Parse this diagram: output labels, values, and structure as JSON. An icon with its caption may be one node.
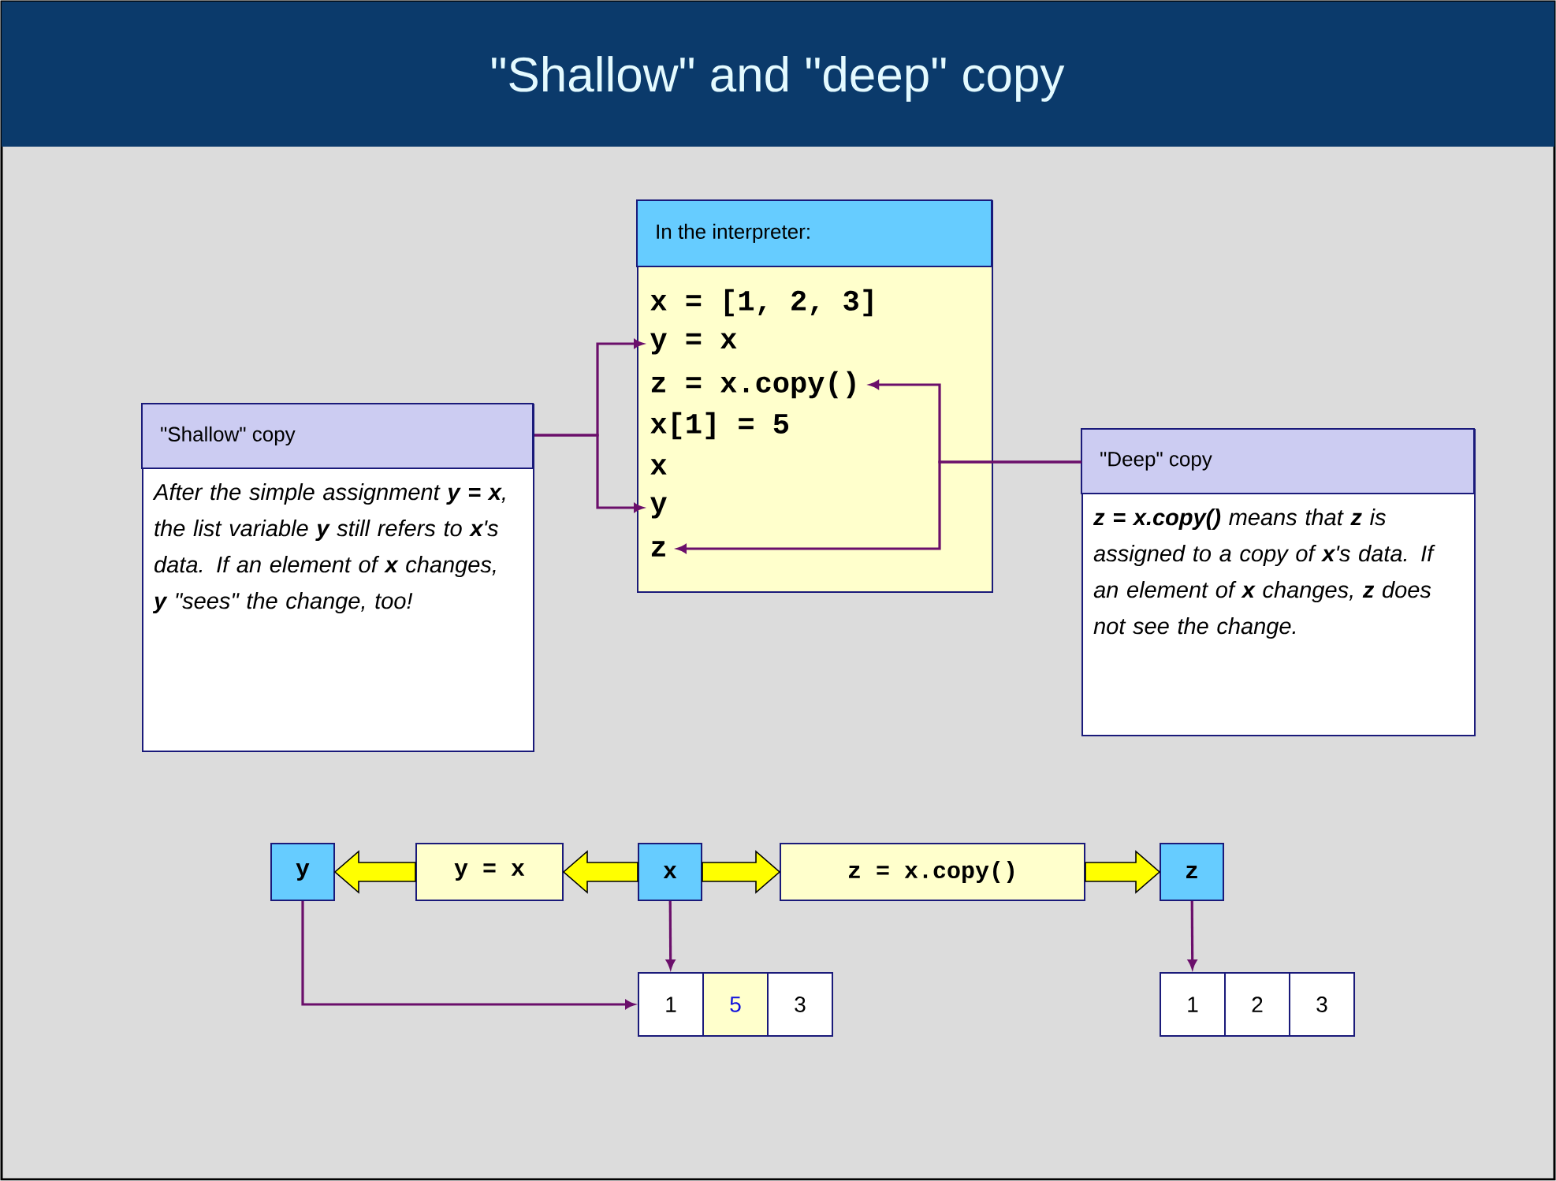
{
  "diagram": {
    "title": "\"Shallow\" and \"deep\" copy",
    "nodes": [
      {
        "text": [
          "In the interpreter:"
        ]
      },
      {
        "text": [
          "x = [1, 2, 3]"
        ],
        "in": 0
      },
      {
        "text": [
          "y = x"
        ],
        "in": 0
      },
      {
        "text": [
          "z = x.copy()"
        ],
        "in": 0
      },
      {
        "text": [
          "x[1] = 5"
        ],
        "in": 0
      },
      {
        "text": [
          "x"
        ],
        "in": 0
      },
      {
        "text": [
          "y"
        ],
        "in": 0
      },
      {
        "text": [
          "z"
        ],
        "in": 0
      },
      {
        "text": [
          "\"Shallow\" copy",
          "After the simple assignment **y = x**, the list variable **y** still refers to **x**'s data. If an element of **x** changes, **y** \"sees\" the change, too!"
        ]
      },
      {
        "text": [
          "\"Deep\" copy",
          "**z = x.copy()** means that **z** is assigned to a copy of **x**'s data. If an element of **x** changes, **z** does not see the change."
        ]
      },
      {
        "text": [
          "y"
        ]
      },
      {
        "text": [
          "y = x"
        ]
      },
      {
        "text": [
          "x"
        ]
      },
      {
        "text": [
          "z = x.copy()"
        ]
      },
      {
        "text": [
          "z"
        ]
      },
      {
        "text": [
          "1"
        ]
      },
      {
        "text": [
          "5"
        ]
      },
      {
        "text": [
          "3"
        ]
      },
      {
        "text": [
          "1"
        ]
      },
      {
        "text": [
          "2"
        ]
      },
      {
        "text": [
          "3"
        ]
      }
    ],
    "edges": [
      {
        "from": 8,
        "to": 2,
        "arrow": "to"
      },
      {
        "from": 8,
        "to": 6,
        "arrow": "to"
      },
      {
        "from": 9,
        "to": 3,
        "arrow": "to"
      },
      {
        "from": 9,
        "to": 7,
        "arrow": "to"
      },
      {
        "from": 12,
        "to": 11,
        "arrow": "to",
        "style": "thick",
        "color": "#ffff00"
      },
      {
        "from": 11,
        "to": 10,
        "arrow": "to",
        "style": "thick",
        "color": "#ffff00"
      },
      {
        "from": 12,
        "to": 13,
        "arrow": "to",
        "style": "thick",
        "color": "#ffff00"
      },
      {
        "from": 13,
        "to": 14,
        "arrow": "to",
        "style": "thick",
        "color": "#ffff00"
      },
      {
        "from": 12,
        "to": 15,
        "arrow": "to"
      },
      {
        "from": 10,
        "to": 15,
        "arrow": "to"
      },
      {
        "from": 14,
        "to": 18,
        "arrow": "to"
      }
    ]
  }
}
